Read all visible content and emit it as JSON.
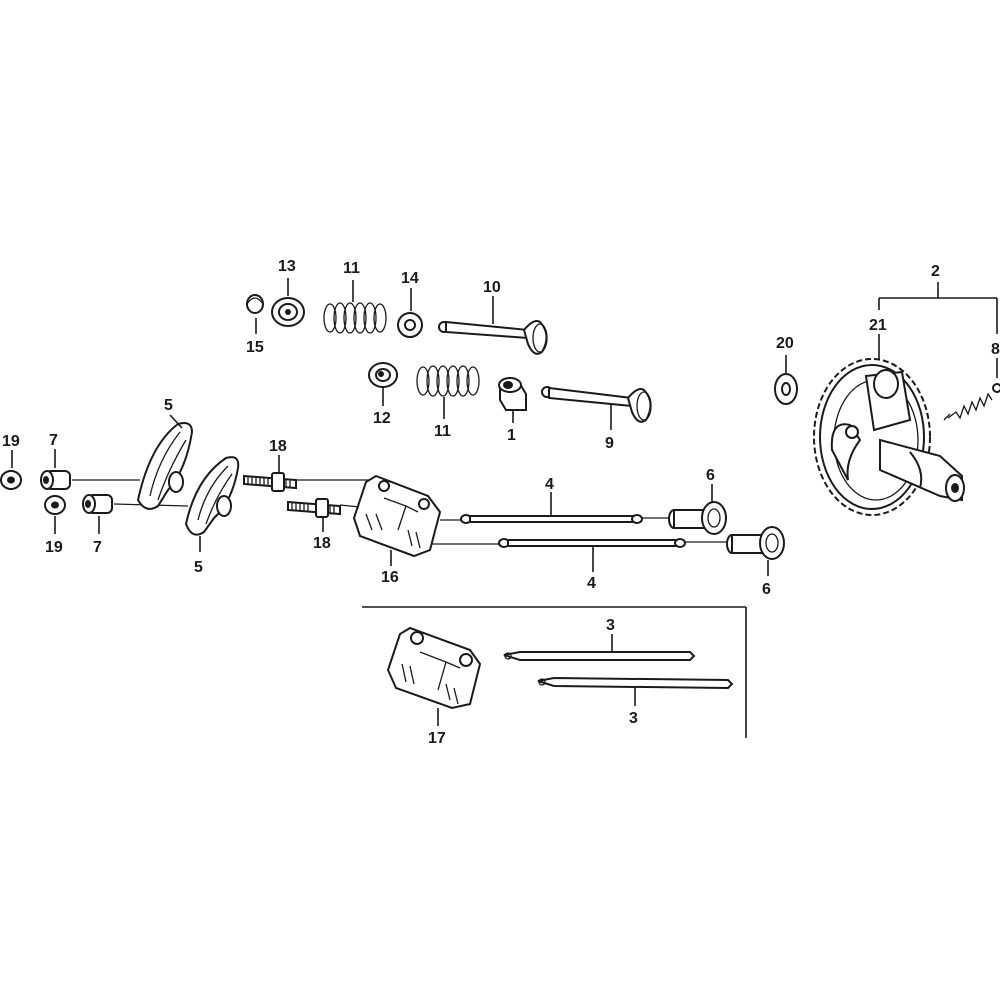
{
  "diagram": {
    "labels": {
      "p1": "1",
      "p2": "2",
      "p3a": "3",
      "p3b": "3",
      "p4a": "4",
      "p4b": "4",
      "p5a": "5",
      "p5b": "5",
      "p6a": "6",
      "p6b": "6",
      "p7a": "7",
      "p7b": "7",
      "p8": "8",
      "p9": "9",
      "p10": "10",
      "p11a": "11",
      "p11b": "11",
      "p12": "12",
      "p13": "13",
      "p14": "14",
      "p15": "15",
      "p16": "16",
      "p17": "17",
      "p18a": "18",
      "p18b": "18",
      "p19a": "19",
      "p19b": "19",
      "p20": "20",
      "p21": "21"
    }
  }
}
